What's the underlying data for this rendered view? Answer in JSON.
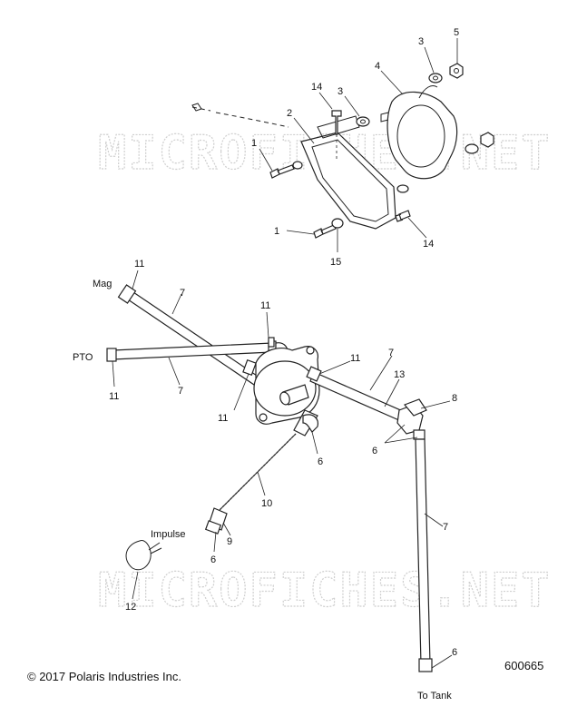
{
  "watermark": "MICROFICHES.NET",
  "callouts": {
    "c1a": "1",
    "c1b": "1",
    "c2": "2",
    "c3a": "3",
    "c3b": "3",
    "c4": "4",
    "c5": "5",
    "c14a": "14",
    "c14b": "14",
    "c15": "15",
    "c11a": "11",
    "c11b": "11",
    "c11c": "11",
    "c11d": "11",
    "c11e": "11",
    "c7a": "7",
    "c7b": "7",
    "c7c": "7",
    "c7d": "7",
    "c13": "13",
    "c8": "8",
    "c6a": "6",
    "c6b": "6",
    "c6c": "6",
    "c6d": "6",
    "c10": "10",
    "c9": "9",
    "c12": "12"
  },
  "labels": {
    "mag": "Mag",
    "pto": "PTO",
    "impulse": "Impulse",
    "to_tank": "To Tank"
  },
  "footer": {
    "copyright": "© 2017 Polaris Industries Inc.",
    "figure_number": "600665"
  }
}
